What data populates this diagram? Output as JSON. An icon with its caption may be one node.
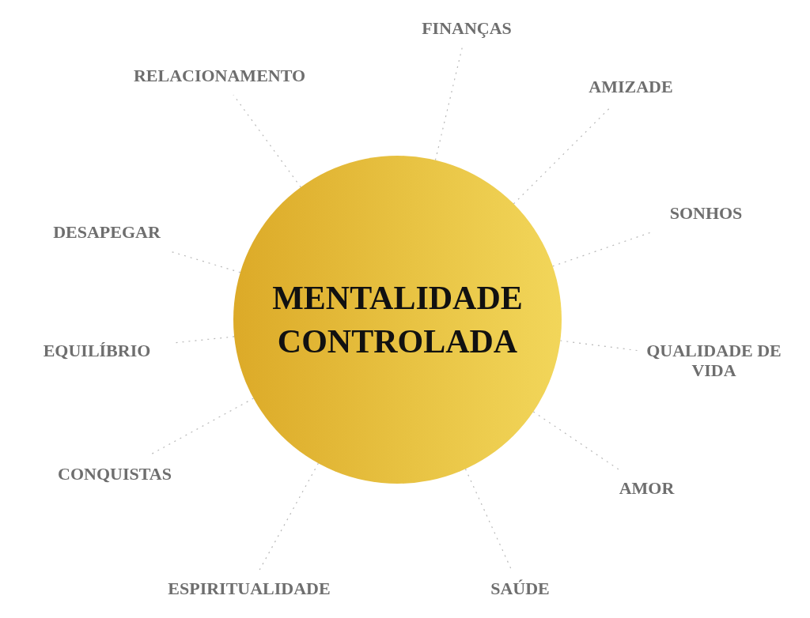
{
  "diagram": {
    "nodes": [
      {
        "text": [
          "MENTALIDADE CONTROLADA"
        ]
      },
      {
        "text": [
          "FINANÇAS"
        ]
      },
      {
        "text": [
          "RELACIONAMENTO"
        ]
      },
      {
        "text": [
          "AMIZADE"
        ]
      },
      {
        "text": [
          "DESAPEGAR"
        ]
      },
      {
        "text": [
          "SONHOS"
        ]
      },
      {
        "text": [
          "EQUILÍBRIO"
        ]
      },
      {
        "text": [
          "QUALIDADE DE VIDA"
        ]
      },
      {
        "text": [
          "CONQUISTAS"
        ]
      },
      {
        "text": [
          "AMOR"
        ]
      },
      {
        "text": [
          "ESPIRITUALIDADE"
        ]
      },
      {
        "text": [
          "SAÚDE"
        ]
      }
    ],
    "edges": [
      {
        "from": 0,
        "to": 1,
        "arrow": "none",
        "style": "dashed"
      },
      {
        "from": 0,
        "to": 2,
        "arrow": "none",
        "style": "dashed"
      },
      {
        "from": 0,
        "to": 3,
        "arrow": "none",
        "style": "dashed"
      },
      {
        "from": 0,
        "to": 4,
        "arrow": "none",
        "style": "dashed"
      },
      {
        "from": 0,
        "to": 5,
        "arrow": "none",
        "style": "dashed"
      },
      {
        "from": 0,
        "to": 6,
        "arrow": "none",
        "style": "dashed"
      },
      {
        "from": 0,
        "to": 7,
        "arrow": "none",
        "style": "dashed"
      },
      {
        "from": 0,
        "to": 8,
        "arrow": "none",
        "style": "dashed"
      },
      {
        "from": 0,
        "to": 9,
        "arrow": "none",
        "style": "dashed"
      },
      {
        "from": 0,
        "to": 10,
        "arrow": "none",
        "style": "dashed"
      },
      {
        "from": 0,
        "to": 11,
        "arrow": "none",
        "style": "dashed"
      }
    ]
  }
}
